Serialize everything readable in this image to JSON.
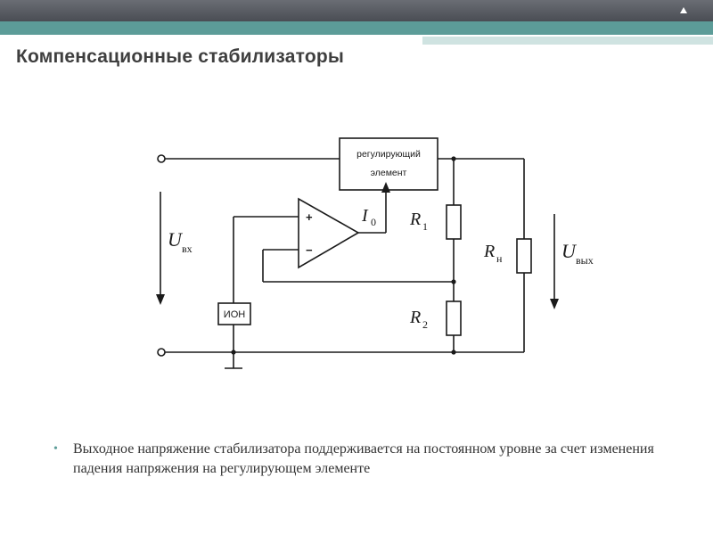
{
  "title": "Компенсационные стабилизаторы",
  "diagram": {
    "regulating_element_line1": "регулирующий",
    "regulating_element_line2": "элемент",
    "ion_label": "ИОН",
    "opamp_plus": "+",
    "opamp_minus": "−",
    "current_label": "I",
    "current_sub": "0",
    "r1_label": "R",
    "r1_sub": "1",
    "r2_label": "R",
    "r2_sub": "2",
    "rn_label": "R",
    "rn_sub": "н",
    "u_in_label": "U",
    "u_in_sub": "вх",
    "u_out_label": "U",
    "u_out_sub": "вых"
  },
  "bullets": [
    "Выходное напряжение стабилизатора поддерживается на постоянном уровне за счет изменения падения напряжения на регулирующем элементе"
  ],
  "bullet_marker": "•"
}
